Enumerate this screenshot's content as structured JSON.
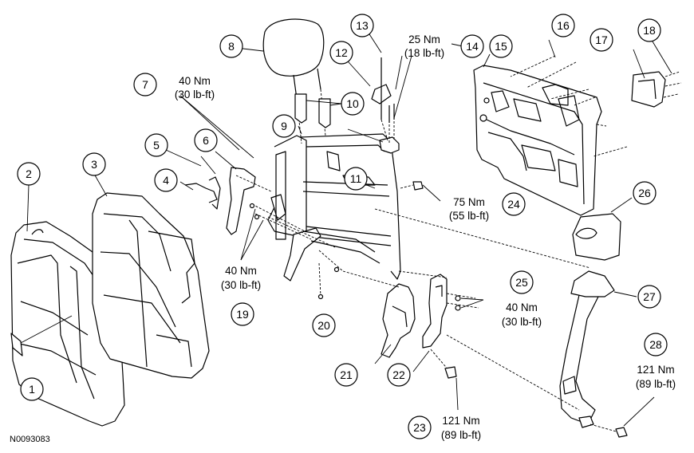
{
  "figure_id": "N0093083",
  "callouts": [
    "1",
    "2",
    "3",
    "4",
    "5",
    "6",
    "7",
    "8",
    "9",
    "10",
    "11",
    "12",
    "13",
    "14",
    "15",
    "16",
    "17",
    "18",
    "19",
    "20",
    "21",
    "22",
    "23",
    "24",
    "25",
    "26",
    "27",
    "28"
  ],
  "torques": {
    "t7": {
      "nm": "40 Nm",
      "lbft": "(30 lb-ft)"
    },
    "t14": {
      "nm": "25 Nm",
      "lbft": "(18 lb-ft)"
    },
    "t19": {
      "nm": "40 Nm",
      "lbft": "(30 lb-ft)"
    },
    "t23": {
      "nm": "121 Nm",
      "lbft": "(89 lb-ft)"
    },
    "t24": {
      "nm": "75 Nm",
      "lbft": "(55 lb-ft)"
    },
    "t25": {
      "nm": "40 Nm",
      "lbft": "(30 lb-ft)"
    },
    "t28": {
      "nm": "121 Nm",
      "lbft": "(89 lb-ft)"
    }
  }
}
